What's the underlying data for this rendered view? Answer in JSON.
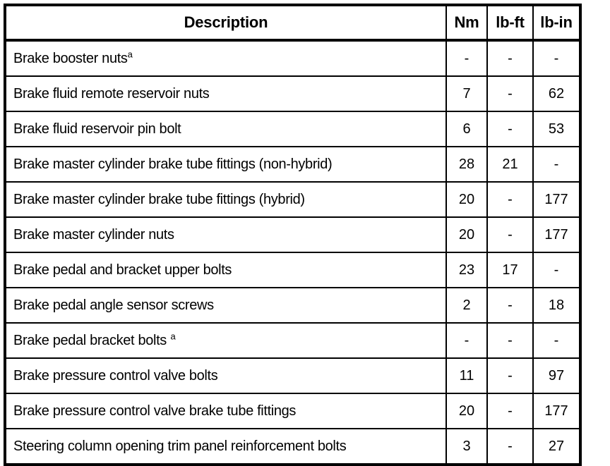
{
  "document": {
    "kind": "torque-specification-table",
    "accent_color": "#000000",
    "background_color": "#ffffff"
  },
  "table": {
    "columns": [
      {
        "key": "description",
        "label": "Description",
        "align": "center"
      },
      {
        "key": "nm",
        "label": "Nm",
        "align": "center"
      },
      {
        "key": "lbft",
        "label": "lb-ft",
        "align": "center"
      },
      {
        "key": "lbin",
        "label": "lb-in",
        "align": "center"
      }
    ],
    "rows": [
      {
        "description": "Brake booster nuts",
        "footnote": "a",
        "footnote_spaced": false,
        "nm": "-",
        "lbft": "-",
        "lbin": "-"
      },
      {
        "description": "Brake fluid remote reservoir nuts",
        "footnote": "",
        "footnote_spaced": false,
        "nm": "7",
        "lbft": "-",
        "lbin": "62"
      },
      {
        "description": "Brake fluid reservoir pin bolt",
        "footnote": "",
        "footnote_spaced": false,
        "nm": "6",
        "lbft": "-",
        "lbin": "53"
      },
      {
        "description": "Brake master cylinder brake tube fittings (non-hybrid)",
        "footnote": "",
        "footnote_spaced": false,
        "nm": "28",
        "lbft": "21",
        "lbin": "-"
      },
      {
        "description": "Brake master cylinder brake tube fittings (hybrid)",
        "footnote": "",
        "footnote_spaced": false,
        "nm": "20",
        "lbft": "-",
        "lbin": "177"
      },
      {
        "description": "Brake master cylinder nuts",
        "footnote": "",
        "footnote_spaced": false,
        "nm": "20",
        "lbft": "-",
        "lbin": "177"
      },
      {
        "description": "Brake pedal and bracket upper bolts",
        "footnote": "",
        "footnote_spaced": false,
        "nm": "23",
        "lbft": "17",
        "lbin": "-"
      },
      {
        "description": "Brake pedal angle sensor screws",
        "footnote": "",
        "footnote_spaced": false,
        "nm": "2",
        "lbft": "-",
        "lbin": "18"
      },
      {
        "description": "Brake pedal bracket bolts",
        "footnote": "a",
        "footnote_spaced": true,
        "nm": "-",
        "lbft": "-",
        "lbin": "-"
      },
      {
        "description": "Brake pressure control valve bolts",
        "footnote": "",
        "footnote_spaced": false,
        "nm": "11",
        "lbft": "-",
        "lbin": "97"
      },
      {
        "description": "Brake pressure control valve brake tube fittings",
        "footnote": "",
        "footnote_spaced": false,
        "nm": "20",
        "lbft": "-",
        "lbin": "177"
      },
      {
        "description": "Steering column opening trim panel reinforcement bolts",
        "footnote": "",
        "footnote_spaced": false,
        "nm": "3",
        "lbft": "-",
        "lbin": "27"
      }
    ]
  }
}
